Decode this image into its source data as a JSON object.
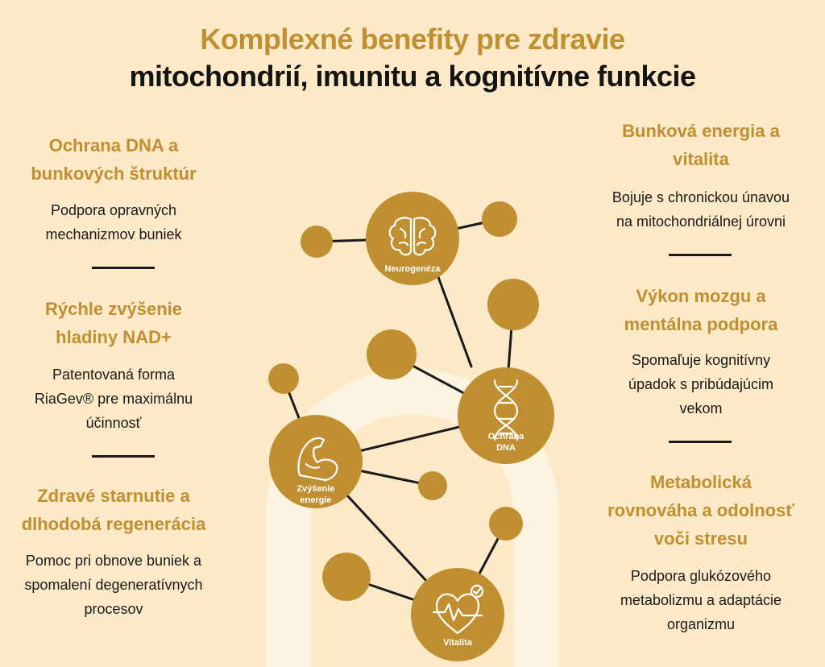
{
  "header": {
    "line1": "Komplexné benefity pre zdravie",
    "line2": "mitochondrií, imunitu a kognitívne funkcie"
  },
  "left_column": [
    {
      "heading1": "Ochrana DNA a",
      "heading2": "bunkových štruktúr",
      "body1": "Podpora opravných",
      "body2": "mechanizmov buniek",
      "body3": ""
    },
    {
      "heading1": "Rýchle zvýšenie",
      "heading2": "hladiny NAD+",
      "body1": "Patentovaná forma",
      "body2": "RiaGev® pre maximálnu",
      "body3": "účinnosť"
    },
    {
      "heading1": "Zdravé starnutie a",
      "heading2": "dlhodobá regenerácia",
      "body1": "Pomoc pri obnove buniek a",
      "body2": "spomalení degeneratívnych",
      "body3": "procesov"
    }
  ],
  "right_column": [
    {
      "heading1": "Bunková energia a",
      "heading2": "vitalita",
      "heading3": "",
      "body1": "Bojuje s chronickou únavou",
      "body2": "na mitochondriálnej úrovni",
      "body3": ""
    },
    {
      "heading1": "Výkon mozgu a",
      "heading2": "mentálna podpora",
      "heading3": "",
      "body1": "Spomaľuje kognitívny",
      "body2": "úpadok s pribúdajúcim",
      "body3": "vekom"
    },
    {
      "heading1": "Metabolická",
      "heading2": "rovnováha a odolnosť",
      "heading3": "voči stresu",
      "body1": "Podpora glukózového",
      "body2": "metabolizmu a adaptácie",
      "body3": "organizmu"
    }
  ],
  "diagram": {
    "nodes": {
      "neurogeneza": {
        "label": "Neurogenéza",
        "icon": "brain-icon"
      },
      "ochrana_dna": {
        "label1": "Ochrana",
        "label2": "DNA",
        "icon": "dna-icon"
      },
      "zvysenie_energie": {
        "label1": "Zvýšenie",
        "label2": "energie",
        "icon": "flexed-arm-icon"
      },
      "vitalita": {
        "label": "Vitalita",
        "icon": "heartbeat-check-icon"
      }
    }
  },
  "colors": {
    "background": "#fbe9c8",
    "accent": "#bf8f31",
    "text": "#1a1a1a",
    "arch": "#fdf3e1"
  }
}
